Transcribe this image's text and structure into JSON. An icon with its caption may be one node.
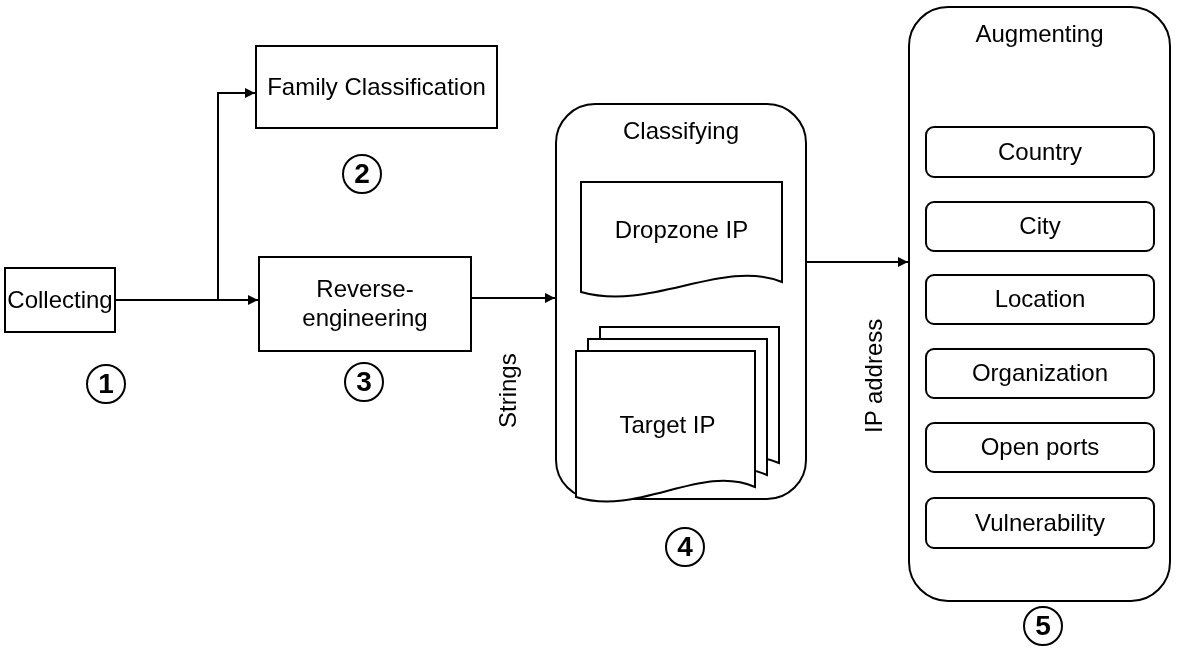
{
  "diagram": {
    "nodes": [
      {
        "text": [
          "Collecting"
        ],
        "beside": [
          "1"
        ]
      },
      {
        "text": [
          "Family Classification"
        ],
        "beside": [
          "2"
        ]
      },
      {
        "text": [
          "Reverse-engineering"
        ],
        "beside": [
          "3"
        ]
      },
      {
        "text": [
          "Classifying"
        ],
        "beside": [
          "4"
        ]
      },
      {
        "text": [
          "Dropzone IP"
        ],
        "in": 3
      },
      {
        "text": [
          "Target IP"
        ],
        "in": 3
      },
      {
        "text": [
          "Augmenting"
        ],
        "beside": [
          "5"
        ]
      },
      {
        "text": [
          "Country"
        ],
        "in": 6
      },
      {
        "text": [
          "City"
        ],
        "in": 6
      },
      {
        "text": [
          "Location"
        ],
        "in": 6
      },
      {
        "text": [
          "Organization"
        ],
        "in": 6
      },
      {
        "text": [
          "Open ports"
        ],
        "in": 6
      },
      {
        "text": [
          "Vulnerability"
        ],
        "in": 6
      }
    ],
    "edges": [
      {
        "from": 0,
        "to": 1,
        "arrow": "to"
      },
      {
        "from": 0,
        "to": 2,
        "arrow": "to"
      },
      {
        "from": 2,
        "to": 3,
        "arrow": "to",
        "label": "Strings"
      },
      {
        "from": 3,
        "to": 6,
        "arrow": "to",
        "label": "IP address"
      }
    ]
  }
}
